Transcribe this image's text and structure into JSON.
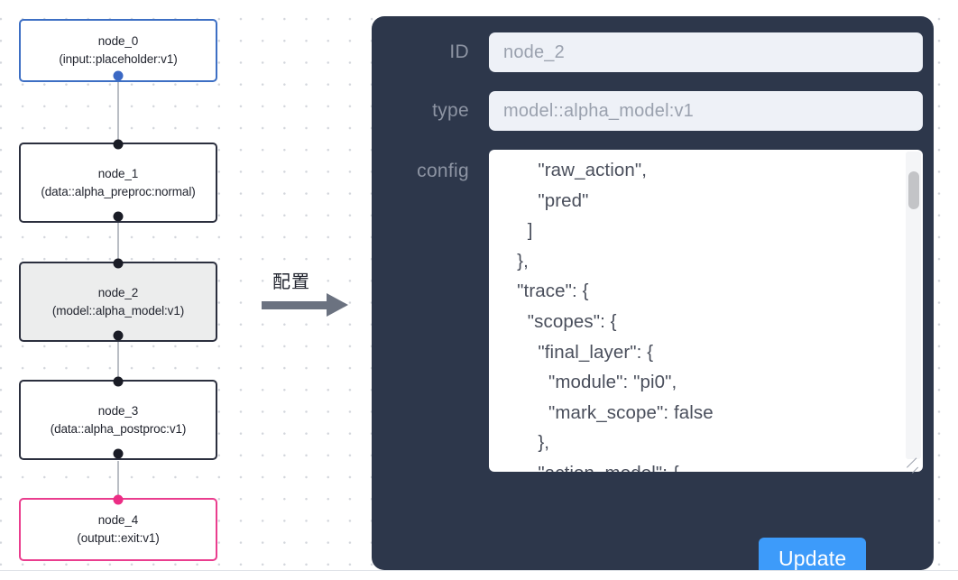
{
  "canvas": {
    "nodes": [
      {
        "id": "node_0",
        "title": "node_0",
        "subtitle": "(input::placeholder:v1)",
        "accent": "blue",
        "selected": false
      },
      {
        "id": "node_1",
        "title": "node_1",
        "subtitle": "(data::alpha_preproc:normal)",
        "accent": "dark",
        "selected": false
      },
      {
        "id": "node_2",
        "title": "node_2",
        "subtitle": "(model::alpha_model:v1)",
        "accent": "dark",
        "selected": true
      },
      {
        "id": "node_3",
        "title": "node_3",
        "subtitle": "(data::alpha_postproc:v1)",
        "accent": "dark",
        "selected": false
      },
      {
        "id": "node_4",
        "title": "node_4",
        "subtitle": "(output::exit:v1)",
        "accent": "pink",
        "selected": false
      }
    ]
  },
  "arrow": {
    "label": "配置"
  },
  "panel": {
    "id_label": "ID",
    "id_value": "node_2",
    "type_label": "type",
    "type_value": "model::alpha_model:v1",
    "config_label": "config",
    "config_value": "        \"raw_action\",\n        \"pred\"\n      ]\n    },\n    \"trace\": {\n      \"scopes\": {\n        \"final_layer\": {\n          \"module\": \"pi0\",\n          \"mark_scope\": false\n        },\n        \"action_model\": {",
    "update_label": "Update"
  },
  "colors": {
    "panel_bg": "#2d374b",
    "accent_blue": "#3d6fc4",
    "accent_pink": "#ea3d8e",
    "button_blue": "#3d9bfa",
    "input_bg": "#eef1f7"
  }
}
